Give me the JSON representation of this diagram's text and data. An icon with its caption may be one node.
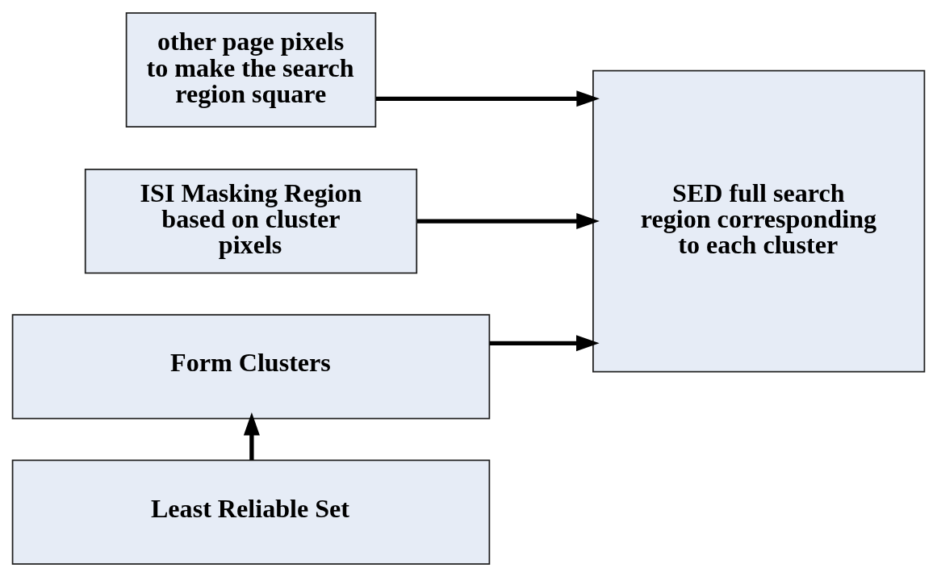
{
  "diagram": {
    "nodes": [
      {
        "text": [
          "other page pixels to make the search region square"
        ]
      },
      {
        "text": [
          "ISI Masking Region based on cluster pixels"
        ]
      },
      {
        "text": [
          "SED full search region corresponding to each cluster"
        ]
      },
      {
        "text": [
          "Form Clusters"
        ]
      },
      {
        "text": [
          "Least Reliable Set"
        ]
      }
    ],
    "edges": [
      {
        "from": 4,
        "to": 3,
        "arrow": "to"
      },
      {
        "from": 0,
        "to": 2,
        "arrow": "to"
      },
      {
        "from": 1,
        "to": 2,
        "arrow": "to"
      },
      {
        "from": 3,
        "to": 2,
        "arrow": "to"
      }
    ]
  }
}
